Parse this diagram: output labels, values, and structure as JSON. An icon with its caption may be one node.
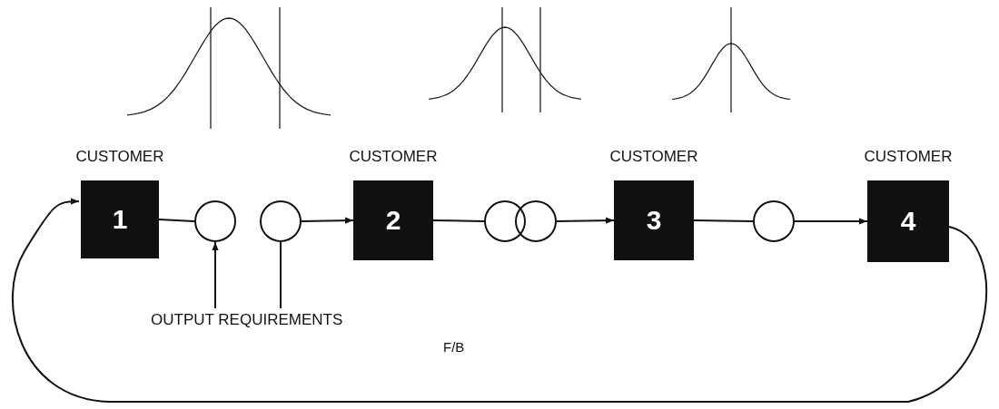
{
  "diagram": {
    "nodes": [
      {
        "text": [
          "CUSTOMER",
          "1"
        ]
      },
      {
        "text": [],
        "shape": "circle"
      },
      {
        "text": [],
        "shape": "circle"
      },
      {
        "text": [
          "CUSTOMER",
          "2"
        ]
      },
      {
        "text": [],
        "shape": "circle"
      },
      {
        "text": [],
        "shape": "circle"
      },
      {
        "text": [
          "CUSTOMER",
          "3"
        ]
      },
      {
        "text": [],
        "shape": "circle"
      },
      {
        "text": [
          "CUSTOMER",
          "4"
        ]
      },
      {
        "text": [
          "OUTPUT REQUIREMENTS"
        ]
      }
    ],
    "edges": [
      {
        "from": 0,
        "to": 1,
        "arrow": "none"
      },
      {
        "from": 2,
        "to": 3,
        "arrow": "to"
      },
      {
        "from": 3,
        "to": 4,
        "arrow": "none"
      },
      {
        "from": 5,
        "to": 6,
        "arrow": "to"
      },
      {
        "from": 6,
        "to": 7,
        "arrow": "none"
      },
      {
        "from": 7,
        "to": 8,
        "arrow": "to"
      },
      {
        "from": 8,
        "to": 0,
        "arrow": "to"
      },
      {
        "from": 9,
        "to": 1,
        "arrow": "to"
      },
      {
        "from": 9,
        "to": 2,
        "arrow": "none"
      }
    ],
    "labels": [
      "F/B"
    ]
  }
}
